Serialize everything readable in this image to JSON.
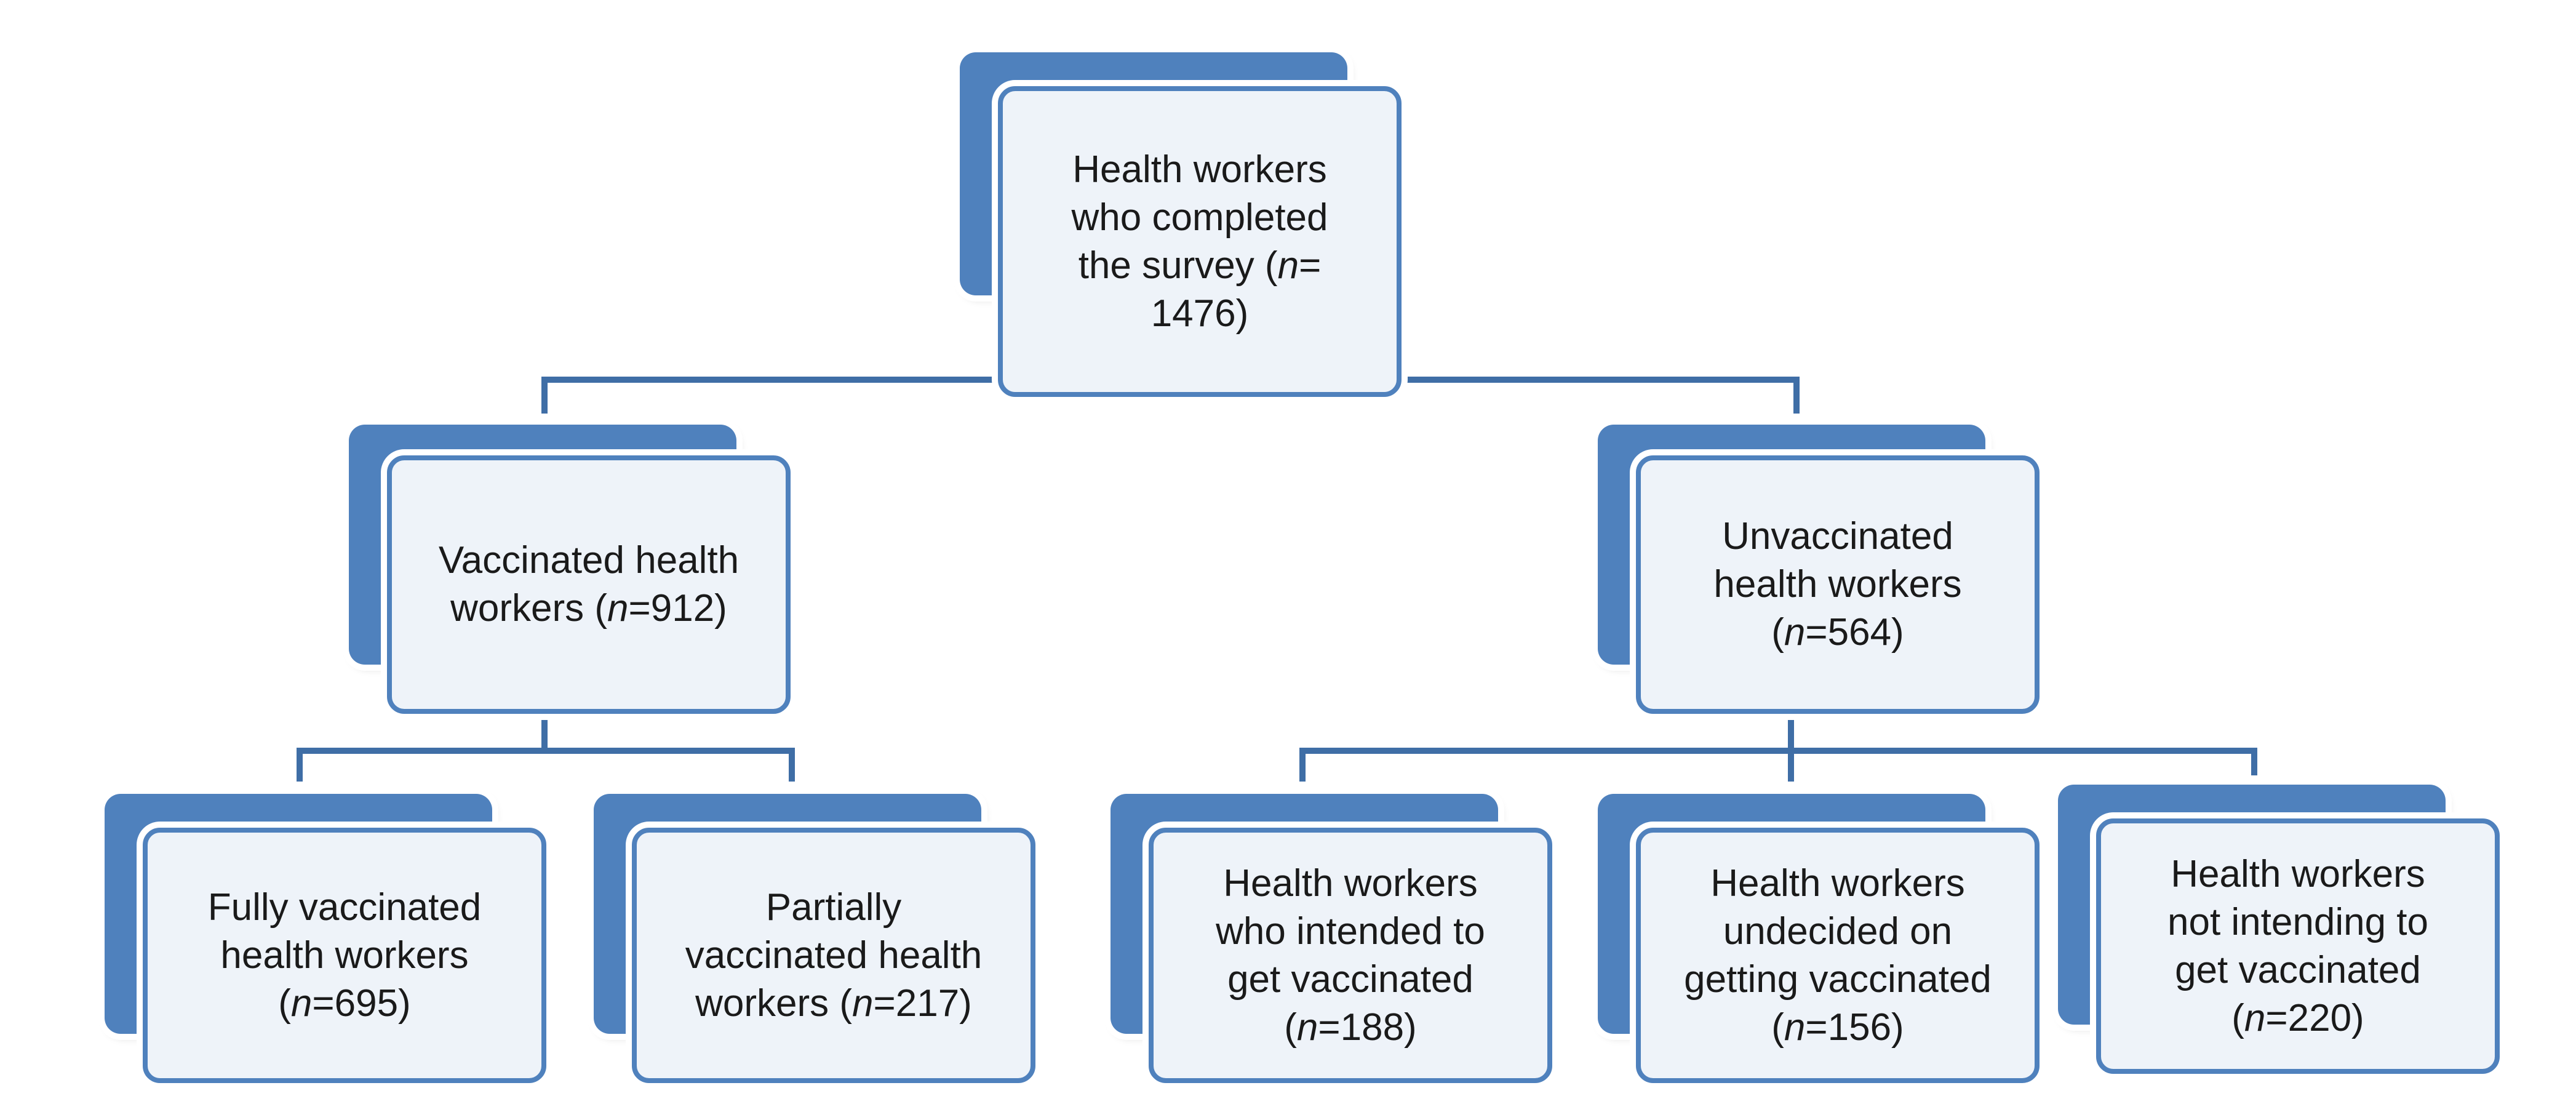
{
  "nodes": {
    "root": {
      "line1": "Health workers",
      "line2": "who completed",
      "line3": "the survey (",
      "n": "n",
      "line3b": "=",
      "line4": "1476)"
    },
    "vaccinated": {
      "line1": "Vaccinated health",
      "line2a": "workers (",
      "n": "n",
      "line2b": "=912)"
    },
    "unvaccinated": {
      "line1": "Unvaccinated",
      "line2": "health workers",
      "line3a": "(",
      "n": "n",
      "line3b": "=564)"
    },
    "fully": {
      "line1": "Fully vaccinated",
      "line2": "health workers",
      "line3a": "(",
      "n": "n",
      "line3b": "=695)"
    },
    "partially": {
      "line1": "Partially",
      "line2": "vaccinated health",
      "line3a": "workers (",
      "n": "n",
      "line3b": "=217)"
    },
    "intended": {
      "line1": "Health workers",
      "line2": "who intended to",
      "line3": "get vaccinated",
      "line4a": "(",
      "n": "n",
      "line4b": "=188)"
    },
    "undecided": {
      "line1": "Health workers",
      "line2": "undecided on",
      "line3": "getting vaccinated",
      "line4a": "(",
      "n": "n",
      "line4b": "=156)"
    },
    "not_intending": {
      "line1": "Health workers",
      "line2": "not intending to",
      "line3": "get vaccinated",
      "line4a": "(",
      "n": "n",
      "line4b": "=220)"
    }
  },
  "colors": {
    "box_fill_back": "#4f81bd",
    "box_fill_front": "#eef3f9",
    "box_border": "#4f81bd",
    "connector": "#3f6ea6"
  }
}
